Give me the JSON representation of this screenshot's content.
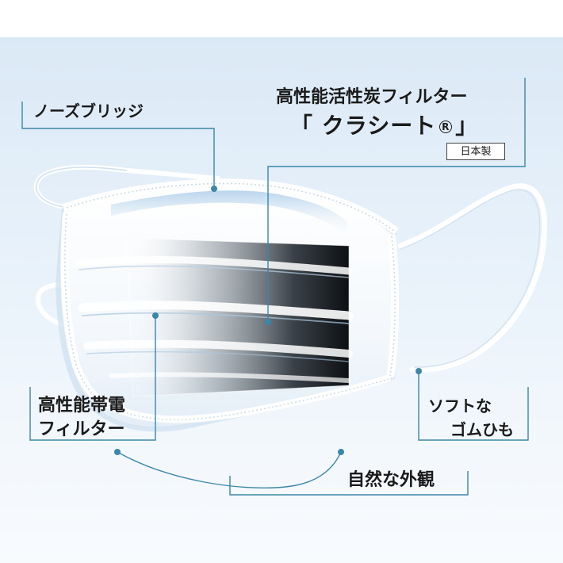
{
  "labels": {
    "nose_bridge": "ノーズブリッジ",
    "carbon_filter_title": "高性能活性炭フィルター",
    "carbon_filter_name_open": "「 クラシート",
    "carbon_filter_reg": "R",
    "carbon_filter_name_close": "」",
    "made_in_japan": "日本製",
    "electret_filter_line1": "高性能帯電",
    "electret_filter_line2": "フィルター",
    "soft_strap_line1": "ソフトな",
    "soft_strap_line2": "ゴムひも",
    "natural_look": "自然な外観"
  },
  "colors": {
    "background_top": "#dbe9f6",
    "leader_line": "#3b87a8",
    "mask_white": "#ffffff",
    "mask_shadow": "#a9c8e2",
    "carbon_dark": "#111418",
    "text": "#1a1a1a"
  },
  "icons": [
    "leader-dot"
  ]
}
